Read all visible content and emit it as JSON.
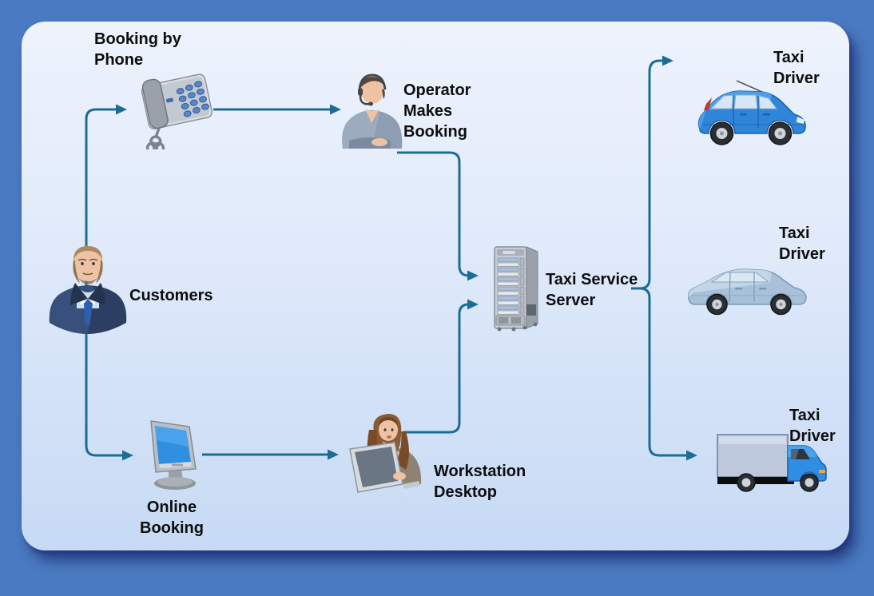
{
  "diagram": {
    "nodes": {
      "booking_by_phone": {
        "label": "Booking by\nPhone",
        "icon": "desk-phone"
      },
      "operator": {
        "label": "Operator\nMakes\nBooking",
        "icon": "call-center-operator"
      },
      "customers": {
        "label": "Customers",
        "icon": "businessman"
      },
      "online_booking": {
        "label": "Online\nBooking",
        "icon": "desktop-monitor"
      },
      "workstation": {
        "label": "Workstation\nDesktop",
        "icon": "woman-with-laptop"
      },
      "server": {
        "label": "Taxi Service\nServer",
        "icon": "server-rack"
      },
      "taxi_driver_top": {
        "label": "Taxi\nDriver",
        "icon": "blue-hatchback-car"
      },
      "taxi_driver_middle": {
        "label": "Taxi\nDriver",
        "icon": "light-blue-sedan-car"
      },
      "taxi_driver_bottom": {
        "label": "Taxi\nDriver",
        "icon": "blue-box-truck"
      }
    },
    "connections": [
      {
        "from": "Customers",
        "to": "Booking by Phone"
      },
      {
        "from": "Customers",
        "to": "Online Booking"
      },
      {
        "from": "Booking by Phone",
        "to": "Operator Makes Booking"
      },
      {
        "from": "Online Booking",
        "to": "Workstation Desktop"
      },
      {
        "from": "Operator Makes Booking",
        "to": "Taxi Service Server"
      },
      {
        "from": "Workstation Desktop",
        "to": "Taxi Service Server"
      },
      {
        "from": "Taxi Service Server",
        "to": "Taxi Driver (top)"
      },
      {
        "from": "Taxi Service Server",
        "to": "Taxi Driver (bottom)"
      }
    ],
    "colors": {
      "frame": "#4a7ac1",
      "panel_top": "#eef3fd",
      "panel_bottom": "#c7daf4",
      "connector": "#1c6d92",
      "label_text": "#0d0d0d"
    }
  }
}
